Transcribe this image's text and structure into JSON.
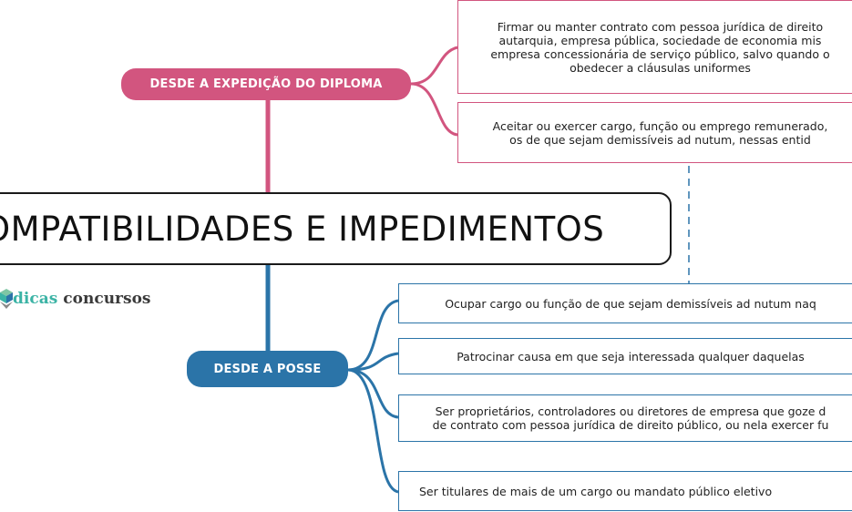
{
  "central": {
    "title": "OMPATIBILIDADES E IMPEDIMENTOS"
  },
  "branches": {
    "diploma": {
      "label": "DESDE A EXPEDIÇÃO DO DIPLOMA",
      "color": "#d2557f"
    },
    "posse": {
      "label": "DESDE A POSSE",
      "color": "#2b74a8"
    }
  },
  "diploma_items": [
    "Firmar ou manter contrato com pessoa jurídica de direito\nautarquia, empresa pública, sociedade de economia mis\nempresa concessionária de serviço público, salvo quando o\nobedecer a cláusulas uniformes",
    "Aceitar ou exercer cargo, função ou emprego remunerado,\nos de que sejam demissíveis ad nutum, nessas entid"
  ],
  "posse_items": [
    "Ocupar cargo ou função de que sejam demissíveis ad nutum naq",
    "Patrocinar causa em que seja interessada qualquer daquelas",
    "Ser proprietários, controladores ou diretores de empresa que goze d\nde contrato com pessoa jurídica de direito público, ou nela exercer fu",
    "Ser titulares de mais de um cargo ou mandato público eletivo"
  ],
  "logo": {
    "part1": "dicas",
    "part2": "concursos",
    "colors": [
      "#3bb3a5",
      "#7fc6a4",
      "#2b74a8",
      "#3a3a3a"
    ]
  },
  "colors": {
    "pink": "#d2557f",
    "blue": "#2b74a8",
    "dashed": "#2b74a8",
    "outline": "#1a1a1a"
  }
}
